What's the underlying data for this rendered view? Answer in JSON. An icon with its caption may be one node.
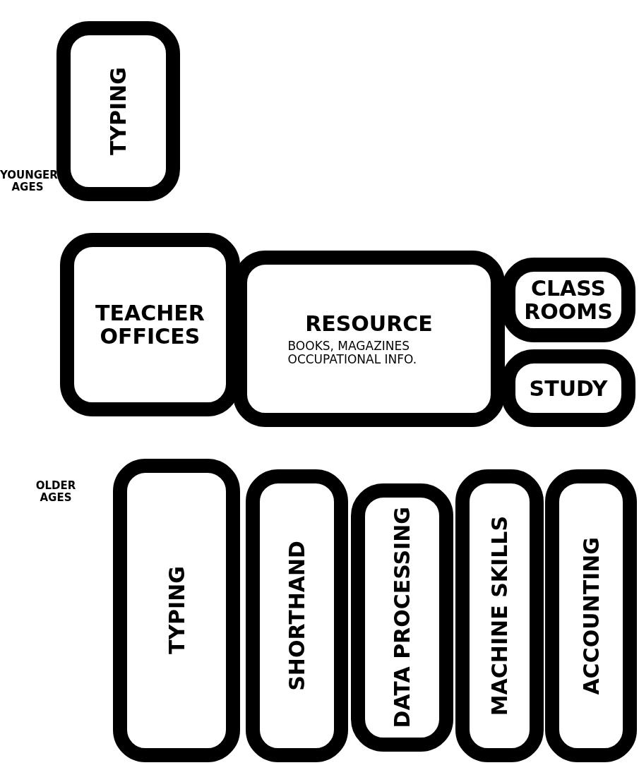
{
  "diagram": {
    "nodes": [
      {
        "text": [
          "TYPING"
        ]
      },
      {
        "text": [
          "TEACHER OFFICES"
        ]
      },
      {
        "text": [
          "RESOURCE",
          "BOOKS, MAGAZINES OCCUPATIONAL INFO."
        ]
      },
      {
        "text": [
          "CLASS ROOMS"
        ]
      },
      {
        "text": [
          "STUDY"
        ]
      },
      {
        "text": [
          "TYPING"
        ]
      },
      {
        "text": [
          "SHORTHAND"
        ]
      },
      {
        "text": [
          "DATA PROCESSING"
        ]
      },
      {
        "text": [
          "MACHINE SKILLS"
        ]
      },
      {
        "text": [
          "ACCOUNTING"
        ]
      }
    ],
    "labels": [
      "YOUNGER AGES",
      "OLDER AGES"
    ]
  }
}
